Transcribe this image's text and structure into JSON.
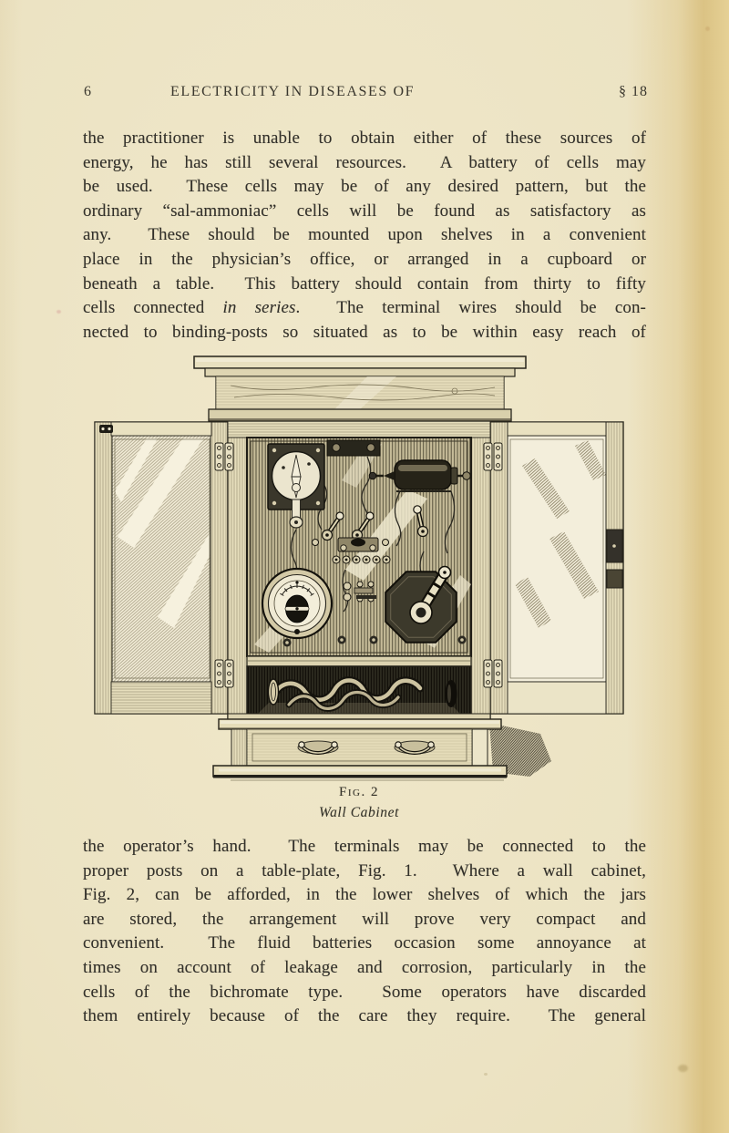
{
  "header": {
    "page_number": "6",
    "running_title": "ELECTRICITY IN DISEASES OF",
    "section": "§ 18"
  },
  "para1": {
    "lines": [
      "the practitioner is unable to obtain either of these sources of",
      "energy, he has still several resources.  A battery of cells may",
      "be used.  These cells may be of any desired pattern, but the",
      "ordinary “sal-ammoniac” cells will be found as satisfactory as",
      "any.  These should be mounted upon shelves in a convenient",
      "place in the physician’s office, or arranged in a cupboard or",
      "beneath a table.  This battery should contain from thirty to fifty"
    ],
    "series_line": {
      "pre": "cells connected ",
      "italic": "in series",
      "post": ".  The terminal wires should be con-"
    },
    "last_line": "nected to binding-posts so situated as to be within easy reach of"
  },
  "figure": {
    "caption_label": "Fig. 2",
    "caption_title": "Wall Cabinet",
    "depicts": "wood engraving of an open wall cabinet holding electro-medical apparatus"
  },
  "para2": {
    "lines": [
      "the operator’s hand.  The terminals may be connected to the",
      "proper posts on a table-plate, Fig. 1.  Where a wall cabinet,",
      "Fig. 2, can be afforded, in the lower shelves of which the jars",
      "are stored, the arrangement will prove very compact and",
      "convenient.  The fluid batteries occasion some annoyance at",
      "times on account of leakage and corrosion, particularly in the",
      "cells of the bichromate type.  Some operators have discarded",
      "them entirely because of the care they require.  The general"
    ]
  },
  "colors": {
    "paper": "#ece3c3",
    "paper_edge": "#e5cd8d",
    "ink": "#32302a"
  }
}
